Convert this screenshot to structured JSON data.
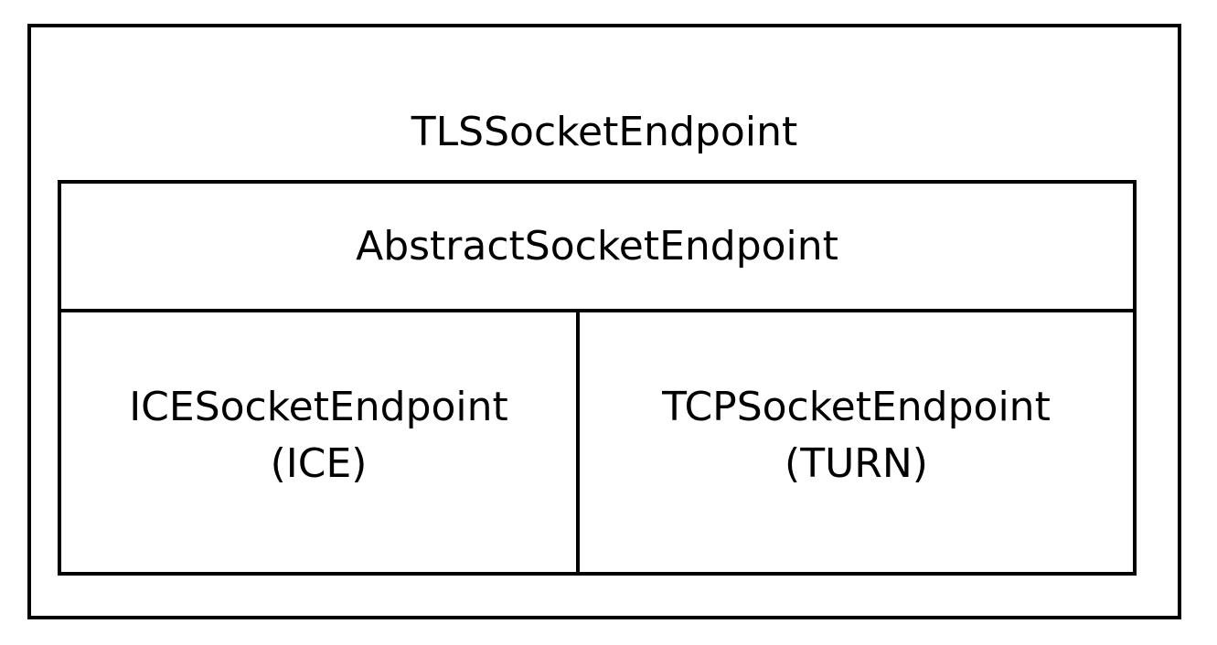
{
  "diagram": {
    "type": "nested-box-hierarchy",
    "outer_box": {
      "label": "TLSSocketEndpoint"
    },
    "middle_box": {
      "label": "AbstractSocketEndpoint"
    },
    "cells": [
      {
        "title": "ICESocketEndpoint",
        "subtitle": "(ICE)"
      },
      {
        "title": "TCPSocketEndpoint",
        "subtitle": "(TURN)"
      }
    ]
  },
  "colors": {
    "background": "#ffffff",
    "border": "#000000",
    "text": "#000000"
  }
}
